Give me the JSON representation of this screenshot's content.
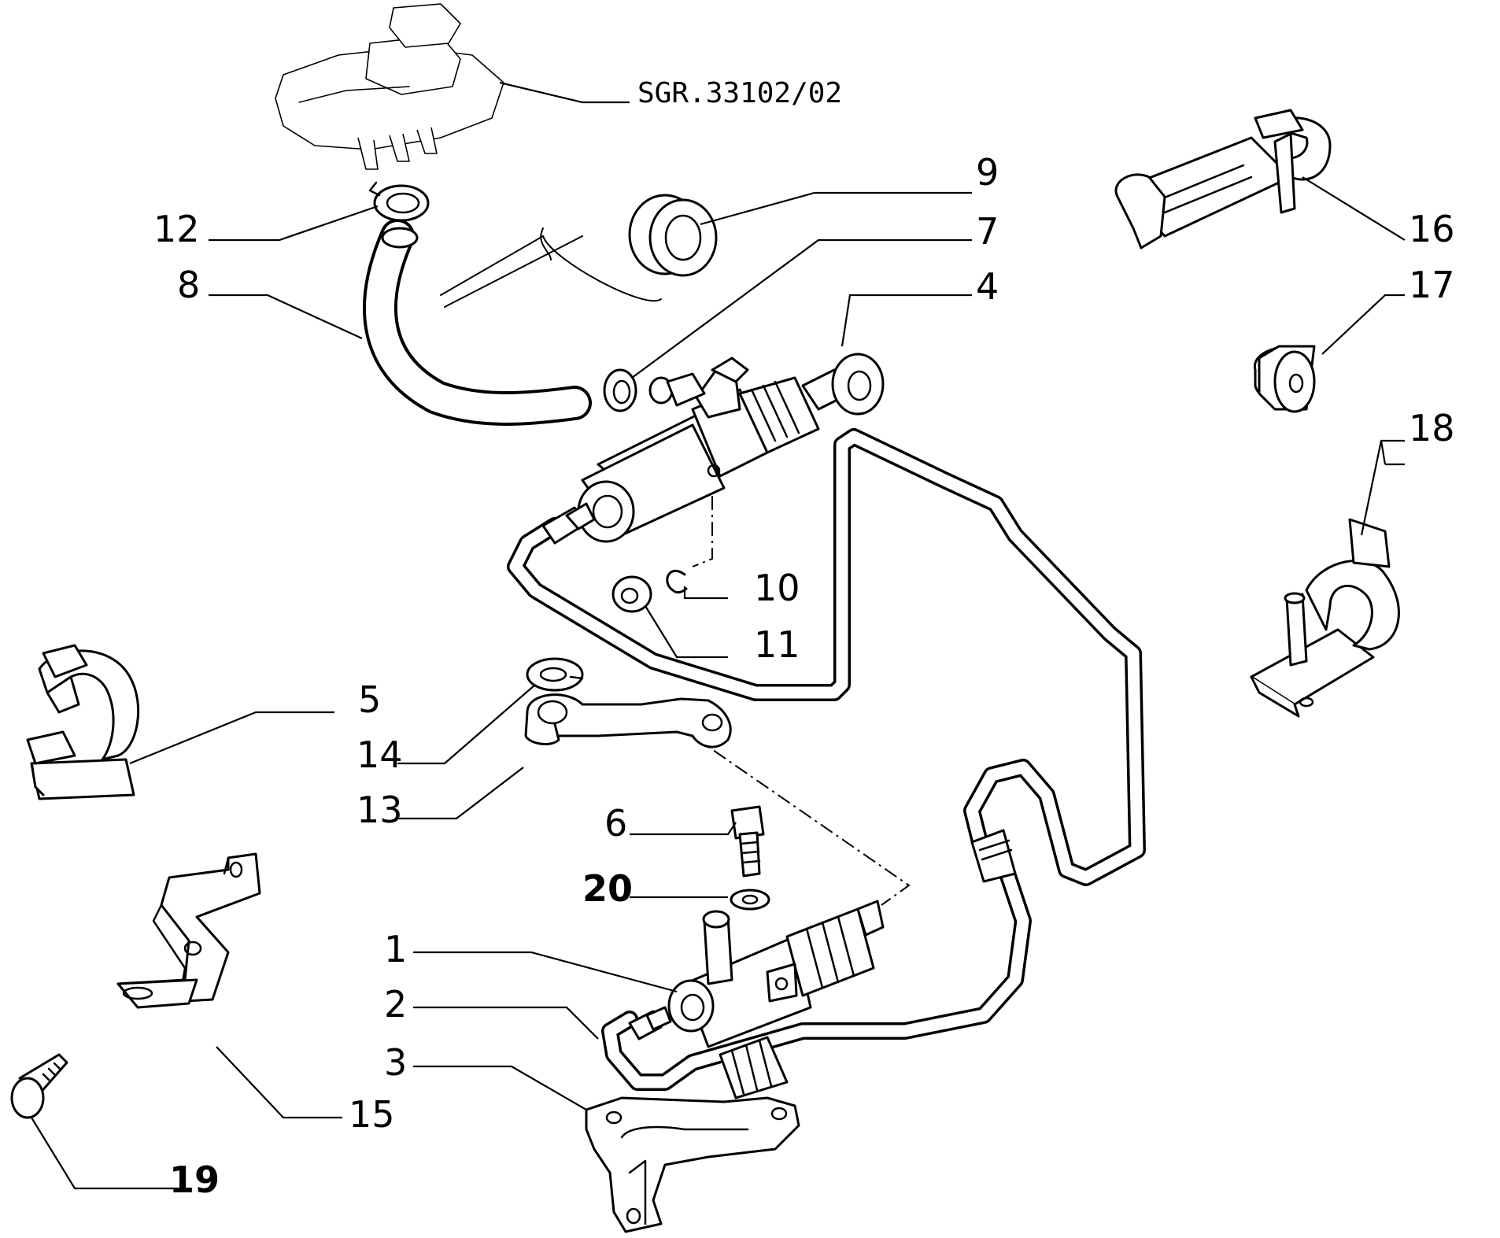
{
  "reference": "SGR.33102/02",
  "parts": [
    {
      "id": "1",
      "label": "1"
    },
    {
      "id": "2",
      "label": "2"
    },
    {
      "id": "3",
      "label": "3"
    },
    {
      "id": "4",
      "label": "4"
    },
    {
      "id": "5",
      "label": "5"
    },
    {
      "id": "6",
      "label": "6"
    },
    {
      "id": "7",
      "label": "7"
    },
    {
      "id": "8",
      "label": "8"
    },
    {
      "id": "9",
      "label": "9"
    },
    {
      "id": "10",
      "label": "10"
    },
    {
      "id": "11",
      "label": "11"
    },
    {
      "id": "12",
      "label": "12"
    },
    {
      "id": "13",
      "label": "13"
    },
    {
      "id": "14",
      "label": "14"
    },
    {
      "id": "15",
      "label": "15"
    },
    {
      "id": "16",
      "label": "16"
    },
    {
      "id": "17",
      "label": "17"
    },
    {
      "id": "18",
      "label": "18"
    },
    {
      "id": "19",
      "label": "19"
    },
    {
      "id": "20",
      "label": "20"
    }
  ]
}
